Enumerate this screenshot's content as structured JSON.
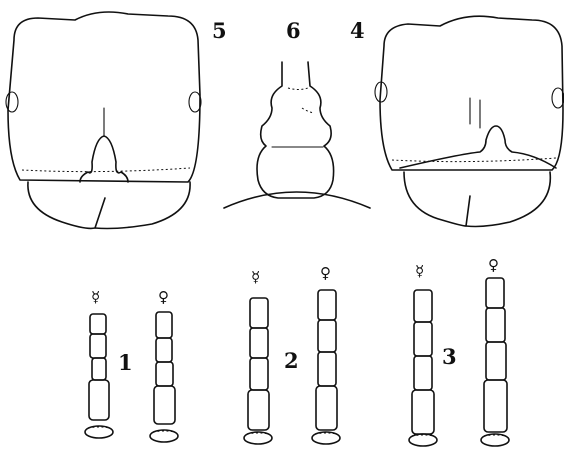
{
  "figures": {
    "fig1": {
      "number": "1",
      "worker_symbol": "☿",
      "female_symbol": "♀"
    },
    "fig2": {
      "number": "2",
      "worker_symbol": "☿",
      "female_symbol": "♀"
    },
    "fig3": {
      "number": "3",
      "worker_symbol": "☿",
      "female_symbol": "♀"
    },
    "fig4": {
      "number": "4"
    },
    "fig5": {
      "number": "5"
    },
    "fig6": {
      "number": "6"
    }
  }
}
